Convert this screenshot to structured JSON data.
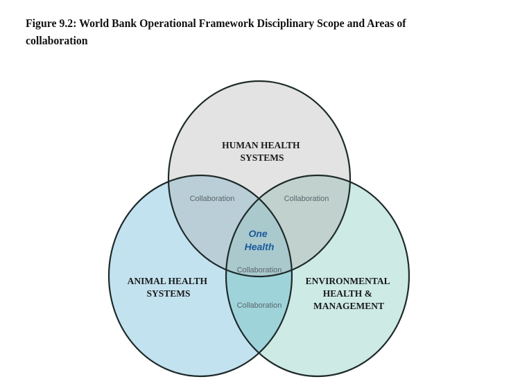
{
  "figure": {
    "title": "Figure 9.2: World Bank Operational Framework Disciplinary Scope and Areas of collaboration"
  },
  "diagram": {
    "type": "venn",
    "circles": [
      {
        "id": "human",
        "label_lines": [
          "HUMAN HEALTH",
          "SYSTEMS"
        ],
        "color": "#e3e3e3"
      },
      {
        "id": "animal",
        "label_lines": [
          "ANIMAL HEALTH",
          "SYSTEMS"
        ],
        "color": "#c3e2f0"
      },
      {
        "id": "environment",
        "label_lines": [
          "ENVIRONMENTAL",
          "HEALTH &",
          "MANAGEMENT"
        ],
        "color": "#cdeae4"
      }
    ],
    "overlaps": {
      "human_animal": {
        "label": "Collaboration",
        "color": "#b9ced6"
      },
      "human_environment": {
        "label": "Collaboration",
        "color": "#c1d1ce"
      },
      "animal_environment": {
        "label": "Collaboration",
        "color": "#9fd3da"
      },
      "center": {
        "title_lines": [
          "One",
          "Health"
        ],
        "label": "Collaboration",
        "color": "#a9c9cd",
        "title_color": "#1a5a9a"
      }
    },
    "outline_color": "#1e2a2a"
  }
}
